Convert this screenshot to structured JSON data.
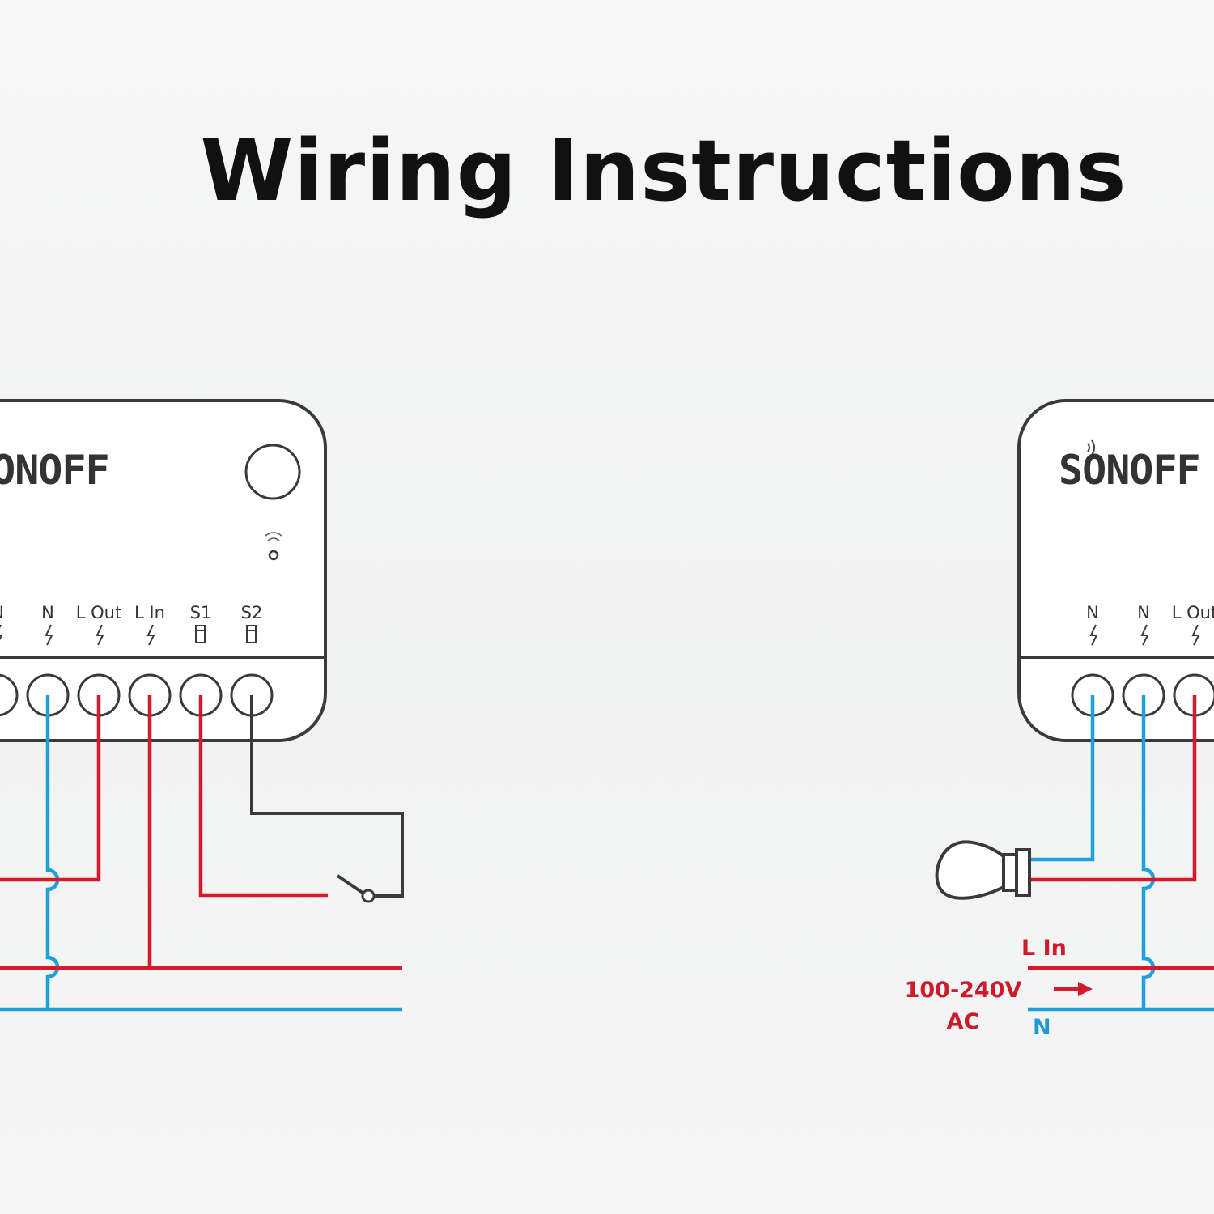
{
  "title": "Wiring Instructions",
  "colors": {
    "live": "#d7192c",
    "neutral": "#1ea0dc",
    "outline": "#3a3a3a",
    "switch_wire": "#3a3a3a"
  },
  "left_device": {
    "brand": "SONOFF",
    "terminals": [
      "N",
      "N",
      "L Out",
      "L In",
      "S1",
      "S2"
    ]
  },
  "right_device": {
    "brand": "SONOFF",
    "terminals": [
      "N",
      "N",
      "L Out"
    ]
  },
  "supply": {
    "voltage_label": "100-240V",
    "ac_label": "AC",
    "live_label": "L In",
    "neutral_label": "N"
  },
  "icons": [
    "wifi-signal-icon",
    "bolt-icon",
    "switch-input-icon",
    "light-bulb-icon",
    "arrow-right-icon",
    "wall-switch-icon"
  ]
}
